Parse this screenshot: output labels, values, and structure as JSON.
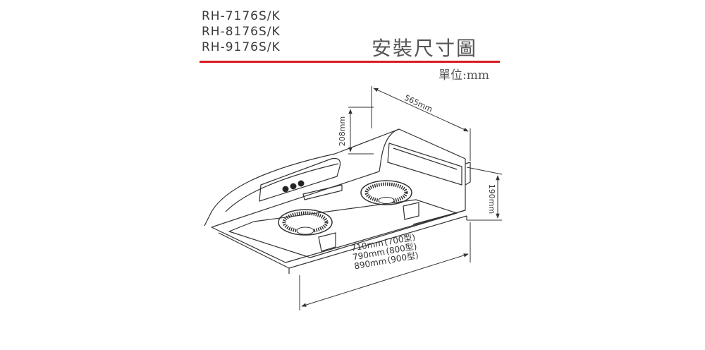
{
  "models": [
    "RH-7176S/K",
    "RH-8176S/K",
    "RH-9176S/K"
  ],
  "title": "安裝尺寸圖",
  "unit_label": "單位:mm",
  "dimensions": {
    "depth": "565mm",
    "height_back": "208mm",
    "height_front": "190mm",
    "widths": [
      {
        "size": "710mm",
        "model": "(700型)"
      },
      {
        "size": "790mm",
        "model": "(800型)"
      },
      {
        "size": "890mm",
        "model": "(900型)"
      }
    ]
  },
  "colors": {
    "accent_line": "#d81b21",
    "drawing": "#333333"
  }
}
